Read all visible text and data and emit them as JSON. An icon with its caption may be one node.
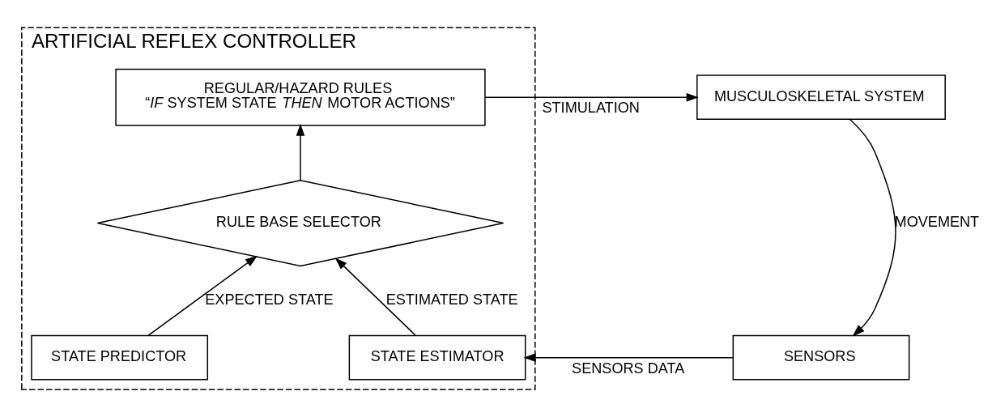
{
  "diagram": {
    "nodes": [
      {
        "text": [
          "ARTIFICIAL REFLEX CONTROLLER"
        ]
      },
      {
        "text": [
          "REGULAR/HAZARD RULES",
          "“*IF* SYSTEM STATE *THEN* MOTOR ACTIONS”"
        ],
        "in": 0
      },
      {
        "text": [
          "RULE BASE SELECTOR"
        ],
        "in": 0
      },
      {
        "text": [
          "STATE PREDICTOR"
        ],
        "in": 0
      },
      {
        "text": [
          "STATE ESTIMATOR"
        ],
        "in": 0
      },
      {
        "text": [
          "MUSCULOSKELETAL SYSTEM"
        ]
      },
      {
        "text": [
          "SENSORS"
        ]
      }
    ],
    "edges": [
      {
        "from": 2,
        "to": 1,
        "arrow": "to"
      },
      {
        "from": 3,
        "to": 2,
        "arrow": "to",
        "label": "EXPECTED STATE"
      },
      {
        "from": 4,
        "to": 2,
        "arrow": "to",
        "label": "ESTIMATED STATE"
      },
      {
        "from": 1,
        "to": 5,
        "arrow": "to",
        "label": "STIMULATION"
      },
      {
        "from": 5,
        "to": 6,
        "arrow": "to",
        "label": "MOVEMENT"
      },
      {
        "from": 6,
        "to": 4,
        "arrow": "to",
        "label": "SENSORS DATA"
      }
    ]
  }
}
